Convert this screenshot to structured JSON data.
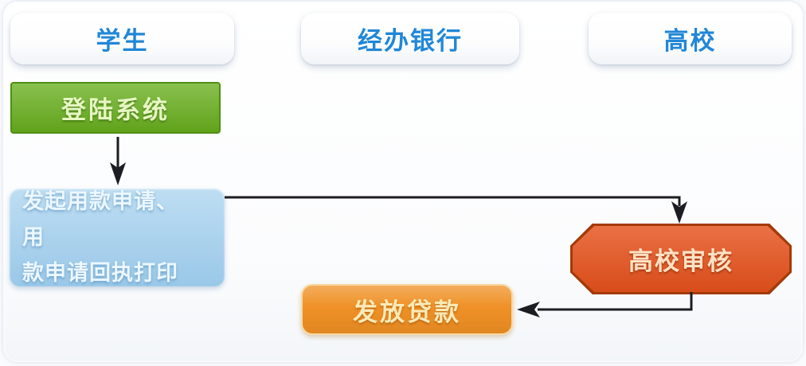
{
  "diagram": {
    "lanes": [
      {
        "id": "student",
        "label": "学生"
      },
      {
        "id": "bank",
        "label": "经办银行"
      },
      {
        "id": "university",
        "label": "高校"
      }
    ],
    "nodes": {
      "login": {
        "label": "登陆系统",
        "lane": "学生",
        "shape": "rectangle"
      },
      "apply": {
        "label_line1": "发起用款申请、　用",
        "label_line2": "款申请回执打印",
        "lane": "学生",
        "shape": "rounded-rectangle"
      },
      "review": {
        "label": "高校审核",
        "lane": "高校",
        "shape": "octagon"
      },
      "grant": {
        "label": "发放贷款",
        "lane": "经办银行",
        "shape": "rounded-rectangle"
      }
    },
    "edges": [
      {
        "from": "登陆系统",
        "to": "发起用款申请、用款申请回执打印"
      },
      {
        "from": "发起用款申请、用款申请回执打印",
        "to": "高校审核"
      },
      {
        "from": "高校审核",
        "to": "发放贷款"
      }
    ]
  },
  "colors": {
    "background": "#fafbfd",
    "lane_text": "#2187d7",
    "login_fill": "#68af1d",
    "login_border": "#4d8f14",
    "login_text": "#e7f6c3",
    "apply_fill": "#a2cfed",
    "apply_text": "#ecf7fe",
    "review_fill": "#e5511b",
    "review_border": "#a33a08",
    "review_text": "#ffe2c4",
    "grant_fill": "#ef9126",
    "grant_border": "#f7d9a2",
    "grant_text": "#fbeab8",
    "arrow": "#1c1c22"
  }
}
